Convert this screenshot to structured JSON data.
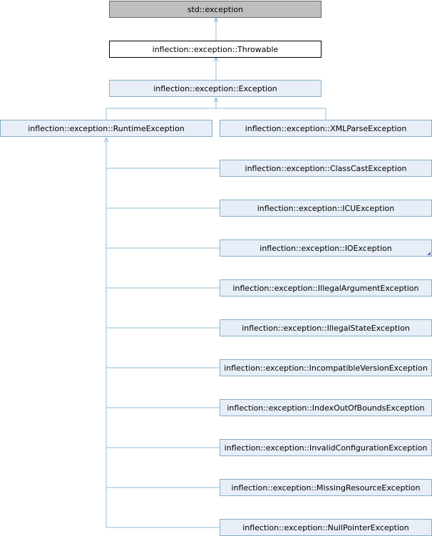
{
  "classes": {
    "std_exception": "std::exception",
    "throwable": "inflection::exception::Throwable",
    "exception": "inflection::exception::Exception",
    "runtime": "inflection::exception::RuntimeException",
    "xmlparse": "inflection::exception::XMLParseException",
    "children": [
      "inflection::exception::ClassCastException",
      "inflection::exception::ICUException",
      "inflection::exception::IOException",
      "inflection::exception::IllegalArgumentException",
      "inflection::exception::IllegalStateException",
      "inflection::exception::IncompatibleVersionException",
      "inflection::exception::IndexOutOfBoundsException",
      "inflection::exception::InvalidConfigurationException",
      "inflection::exception::MissingResourceException",
      "inflection::exception::NullPointerException"
    ]
  },
  "colors": {
    "edge": "#8fbcd4",
    "node_fill": "#e8eef7",
    "node_border": "#84b0c7",
    "root_fill": "#bfbfbf"
  }
}
